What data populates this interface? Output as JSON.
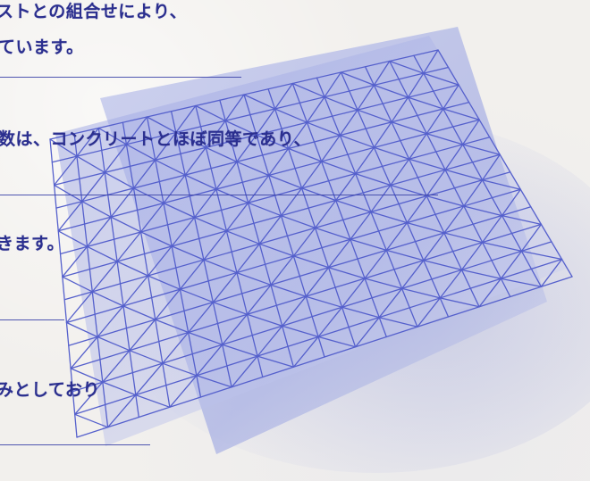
{
  "document": {
    "lines": [
      "ストとの組合せにより、",
      "ています。",
      "数は、コンクリートとほぼ同等であり、",
      "きます。",
      "みとしており"
    ]
  },
  "colors": {
    "text": "#2b2f8f",
    "rule": "#3c44a8",
    "grid": "#5560cc",
    "backdrop": "#aeb6e6",
    "paper": "#f2f0ed"
  }
}
